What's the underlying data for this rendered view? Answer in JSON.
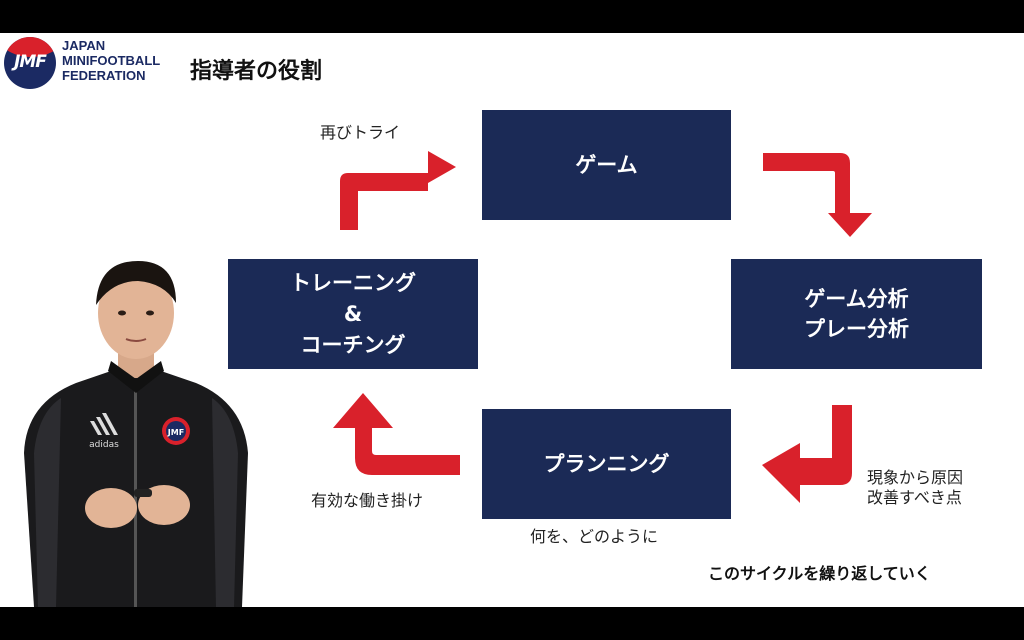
{
  "header": {
    "logo_text": "JMF",
    "org_name_lines": [
      "JAPAN",
      "MINIFOOTBALL",
      "FEDERATION"
    ],
    "title": "指導者の役割"
  },
  "cycle": {
    "game": "ゲーム",
    "analysis_lines": [
      "ゲーム分析",
      "プレー分析"
    ],
    "planning": "プランニング",
    "training_lines": [
      "トレーニング",
      "&",
      "コーチング"
    ]
  },
  "captions": {
    "retry": "再びトライ",
    "effective_approach": "有効な働き掛け",
    "how": "何を、どのように",
    "cause_lines": [
      "現象から原因",
      "改善すべき点"
    ]
  },
  "tagline": "このサイクルを繰り返していく",
  "jersey": {
    "brand": "adidas",
    "badge": "JMF"
  },
  "colors": {
    "box": "#1b2a56",
    "arrow": "#d9212b",
    "brand_navy": "#1b2a63"
  }
}
